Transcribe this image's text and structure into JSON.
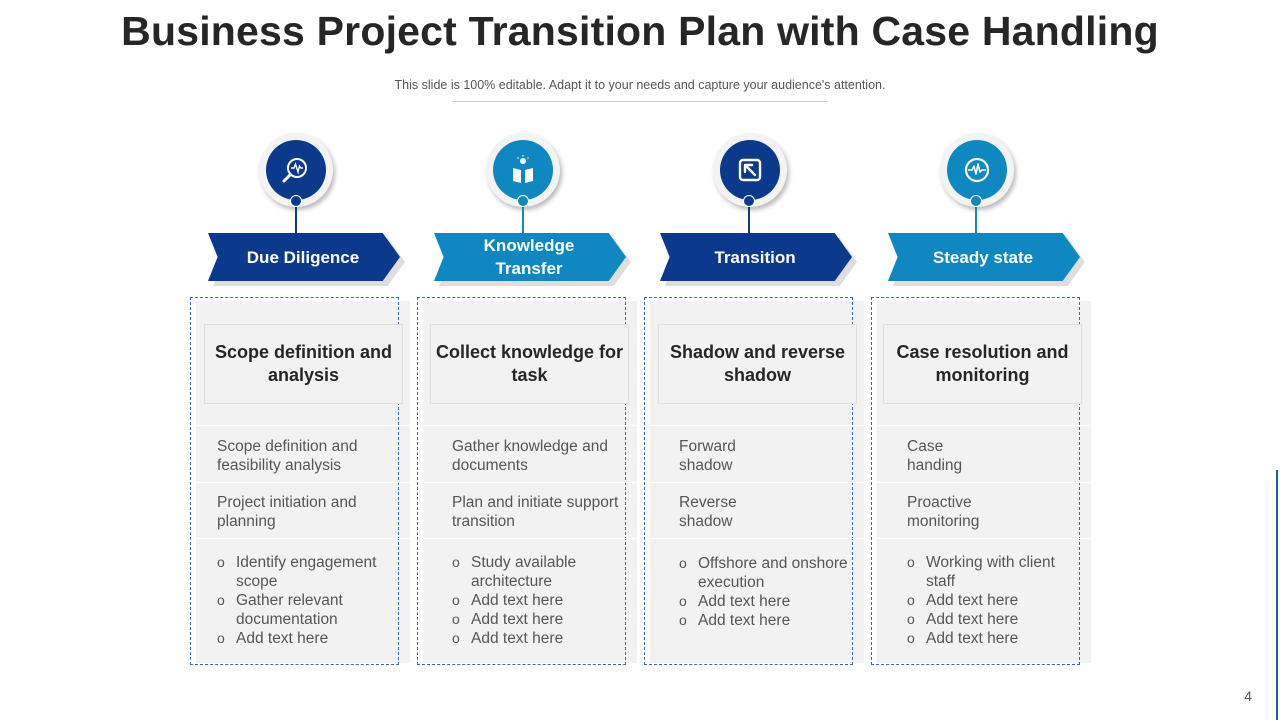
{
  "slide": {
    "title": "Business Project Transition Plan with Case Handling",
    "subtitle": "This slide is 100% editable. Adapt it to your needs and capture your audience's attention.",
    "page_number": "4"
  },
  "colors": {
    "dark_blue": "#0b3a8c",
    "light_blue": "#0f87c0",
    "panel": "#f2f2f2"
  },
  "stages": [
    {
      "icon": "magnifier-chart-icon",
      "label": "Due Diligence",
      "heading": "Scope definition and analysis",
      "items": [
        "Scope definition and feasibility analysis",
        "Project initiation and planning"
      ],
      "bullets": [
        "Identify engagement scope",
        "Gather relevant documentation",
        "Add text here"
      ]
    },
    {
      "icon": "idea-puzzle-icon",
      "label": "Knowledge Transfer",
      "heading": "Collect knowledge for task",
      "items": [
        "Gather knowledge and documents",
        "Plan and initiate support transition"
      ],
      "bullets": [
        "Study available architecture",
        "Add text here",
        "Add text here",
        "Add text here"
      ]
    },
    {
      "icon": "arrow-box-icon",
      "label": "Transition",
      "heading": "Shadow and reverse shadow",
      "items": [
        "Forward shadow",
        "Reverse shadow"
      ],
      "bullets": [
        "Offshore and onshore execution",
        "Add text here",
        "Add text here"
      ]
    },
    {
      "icon": "pulse-monitor-icon",
      "label": "Steady state",
      "heading": "Case resolution and monitoring",
      "items": [
        "Case handing",
        "Proactive monitoring"
      ],
      "bullets": [
        "Working with client staff",
        "Add text here",
        "Add text here",
        "Add text here"
      ]
    }
  ]
}
